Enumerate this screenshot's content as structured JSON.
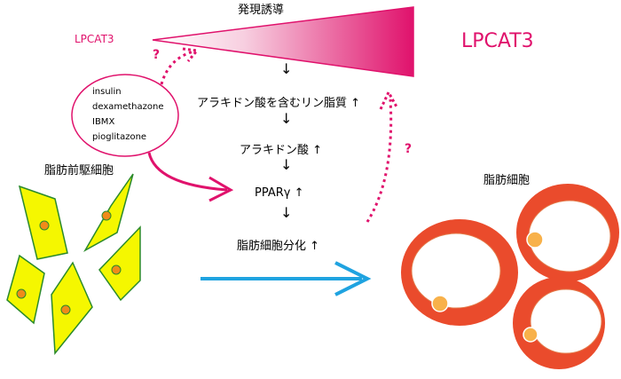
{
  "title": "発現誘導",
  "lpcat3_small": "LPCAT3",
  "lpcat3_large": "LPCAT3",
  "question_mark": "?",
  "inducers": [
    "insulin",
    "dexamethazone",
    "IBMX",
    "pioglitazone"
  ],
  "labels": {
    "preadipocyte": "脂肪前駆細胞",
    "adipocyte": "脂肪細胞"
  },
  "cascade": [
    {
      "text": "アラキドン酸を含むリン脂質 ↑"
    },
    {
      "text": "アラキドン酸 ↑"
    },
    {
      "text": "PPARγ ↑"
    },
    {
      "text": "脂肪細胞分化 ↑"
    }
  ],
  "arrow_glyph": "↓",
  "colors": {
    "magenta": "#e0126c",
    "blue": "#1fa3e0",
    "cell_yellow": "#f5f700",
    "cell_border": "#2b8a2b",
    "nucleus": "#f08a1a",
    "adipocyte_red": "#ea4b2c",
    "lipid_orange": "#f8b14a"
  }
}
